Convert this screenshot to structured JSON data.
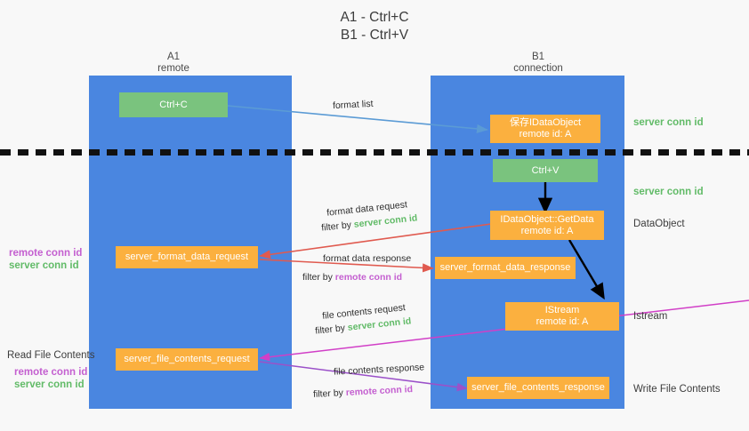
{
  "title": "A1 - Ctrl+C\nB1 - Ctrl+V",
  "colors": {
    "lane": "#4a86e0",
    "green_box": "#7ac37e",
    "orange_box": "#fbb03f",
    "server_conn_id": "#62bb68",
    "remote_conn_id": "#c45fd0",
    "background": "#f8f8f8",
    "arrow_blue": "#5b9bd5",
    "arrow_red": "#e05a4f",
    "arrow_magenta": "#d13fc7",
    "arrow_purple": "#9b51c9",
    "arrow_black": "#000000"
  },
  "columns": [
    {
      "name": "A1",
      "sub": "remote",
      "header": "A1\nremote"
    },
    {
      "name": "B1",
      "sub": "connection",
      "header": "B1\nconnection"
    }
  ],
  "nodes": {
    "ctrl_c": "Ctrl+C",
    "save_idataobject": "保存IDataObject\nremote id: A",
    "ctrl_v": "Ctrl+V",
    "getdata": "IDataObject::GetData\nremote id: A",
    "server_format_data_request": "server_format_data_request",
    "server_format_data_response": "server_format_data_response",
    "istream": "IStream\nremote id: A",
    "server_file_contents_request": "server_file_contents_request",
    "server_file_contents_response": "server_file_contents_response"
  },
  "edge_labels": {
    "format_list": "format list",
    "format_data_request": "format data request",
    "format_data_request_filter_prefix": "filter by ",
    "format_data_request_filter_value": "server conn id",
    "format_data_response": "format data response",
    "format_data_response_filter_prefix": "filter by ",
    "format_data_response_filter_value": "remote conn id",
    "file_contents_request": "file contents request",
    "file_contents_request_filter_prefix": "filter by ",
    "file_contents_request_filter_value": "server conn id",
    "file_contents_response": "file contents response",
    "file_contents_response_filter_prefix": "filter by ",
    "file_contents_response_filter_value": "remote conn id"
  },
  "right_labels": {
    "server_conn_id_top": "server conn id",
    "server_conn_id_second": "server conn id",
    "dataobject": "DataObject",
    "istream": "Istream",
    "write_file_contents": "Write File Contents"
  },
  "left_labels": {
    "remote_conn_id_upper": "remote conn id",
    "server_conn_id_upper": "server conn id",
    "read_file_contents": "Read File Contents",
    "remote_conn_id_lower": "remote conn id",
    "server_conn_id_lower": "server conn id"
  }
}
